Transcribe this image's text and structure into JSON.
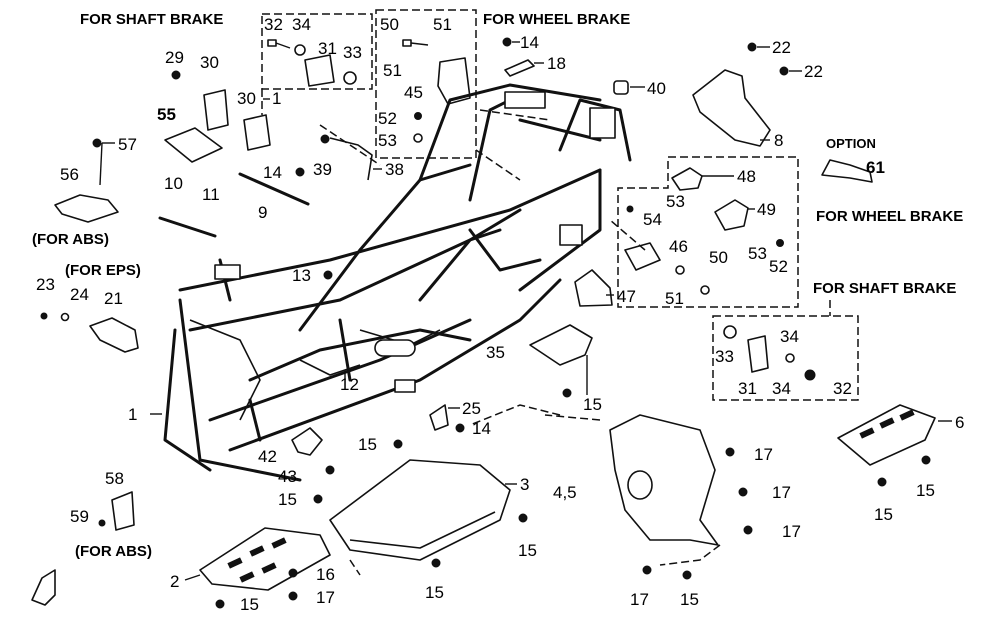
{
  "headings": {
    "shaft_brake_top": "FOR SHAFT BRAKE",
    "wheel_brake_top": "FOR WHEEL BRAKE",
    "wheel_brake_right": "FOR WHEEL BRAKE",
    "shaft_brake_right": "FOR SHAFT BRAKE",
    "option": "OPTION",
    "abs_left": "(FOR ABS)",
    "eps": "(FOR EPS)",
    "abs_bottom": "(FOR ABS)"
  },
  "labels": {
    "p32a": "32",
    "p34a": "34",
    "p31a": "31",
    "p33a": "33",
    "p50a": "50",
    "p51a": "51",
    "p51b": "51",
    "p45": "45",
    "p52a": "52",
    "p53a": "53",
    "p14a": "14",
    "p18": "18",
    "p40": "40",
    "p22a": "22",
    "p22b": "22",
    "p8": "8",
    "p29": "29",
    "p30": "30",
    "p30_1": "30",
    "p1a": "1",
    "p55": "55",
    "p57": "57",
    "p56": "56",
    "p39": "39",
    "p38": "38",
    "p14b": "14",
    "p10": "10",
    "p11": "11",
    "p9": "9",
    "p61": "61",
    "p48": "48",
    "p53b": "53",
    "p54": "54",
    "p49": "49",
    "p53c": "53",
    "p52b": "52",
    "p46": "46",
    "p50b": "50",
    "p47": "47",
    "p51c": "51",
    "p23": "23",
    "p24": "24",
    "p21": "21",
    "p13": "13",
    "p34b": "34",
    "p33b": "33",
    "p31b": "31",
    "p34c": "34",
    "p32b": "32",
    "p35": "35",
    "p15a": "15",
    "p12": "12",
    "p1b": "1",
    "p25": "25",
    "p14c": "14",
    "p15b": "15",
    "p42": "42",
    "p43": "43",
    "p3": "3",
    "p15c": "15",
    "p15d": "15",
    "p17a": "17",
    "p45_5": "4,5",
    "p17b": "17",
    "p17c": "17",
    "p17d": "17",
    "p15e": "15",
    "p6": "6",
    "p15f": "15",
    "p15g": "15",
    "p58": "58",
    "p59": "59",
    "p2": "2",
    "p16": "16",
    "p17e": "17",
    "p15h": "15",
    "p15i": "15"
  }
}
